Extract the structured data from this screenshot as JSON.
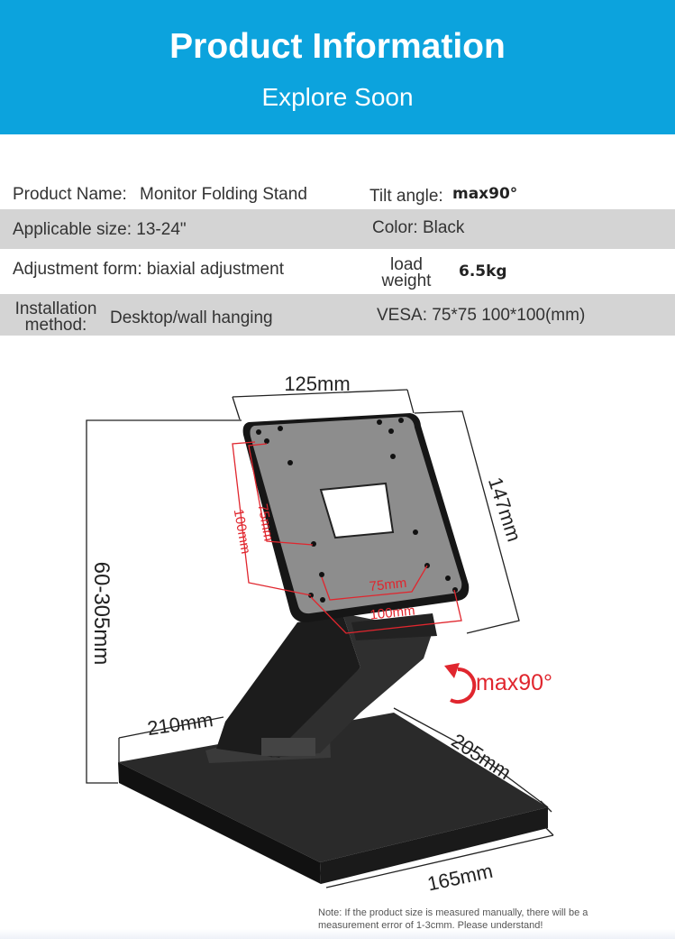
{
  "header": {
    "title": "Product Information",
    "subtitle": "Explore Soon",
    "color": "#0ca3dd"
  },
  "specs": {
    "product_name_label": "Product Name:",
    "product_name_value": "Monitor Folding Stand",
    "tilt_label": "Tilt angle:",
    "tilt_value": "max90°",
    "applicable_size": "Applicable size: 13-24\"",
    "color": "Color: Black",
    "adjustment_form": "Adjustment form: biaxial adjustment",
    "load_weight_label_1": "load",
    "load_weight_label_2": "weight",
    "load_weight_value": "6.5kg",
    "installation_label_1": "Installation",
    "installation_label_2": "method:",
    "installation_value": "Desktop/wall hanging",
    "vesa": "VESA: 75*75 100*100(mm)"
  },
  "diagram": {
    "dim_top": "125mm",
    "dim_right": "147mm",
    "dim_height": "60-305mm",
    "dim_base_left": "210mm",
    "dim_base_right": "205mm",
    "dim_base_front": "165mm",
    "vesa_100_vertical": "100mm",
    "vesa_75_vertical": "75mm",
    "vesa_75_horizontal": "75mm",
    "vesa_100_horizontal": "100mm",
    "tilt": "max90°",
    "accent_color": "#e0262e"
  },
  "note": "Note: If the product size is measured manually, there will be a measurement error of 1-3cmm. Please understand!"
}
